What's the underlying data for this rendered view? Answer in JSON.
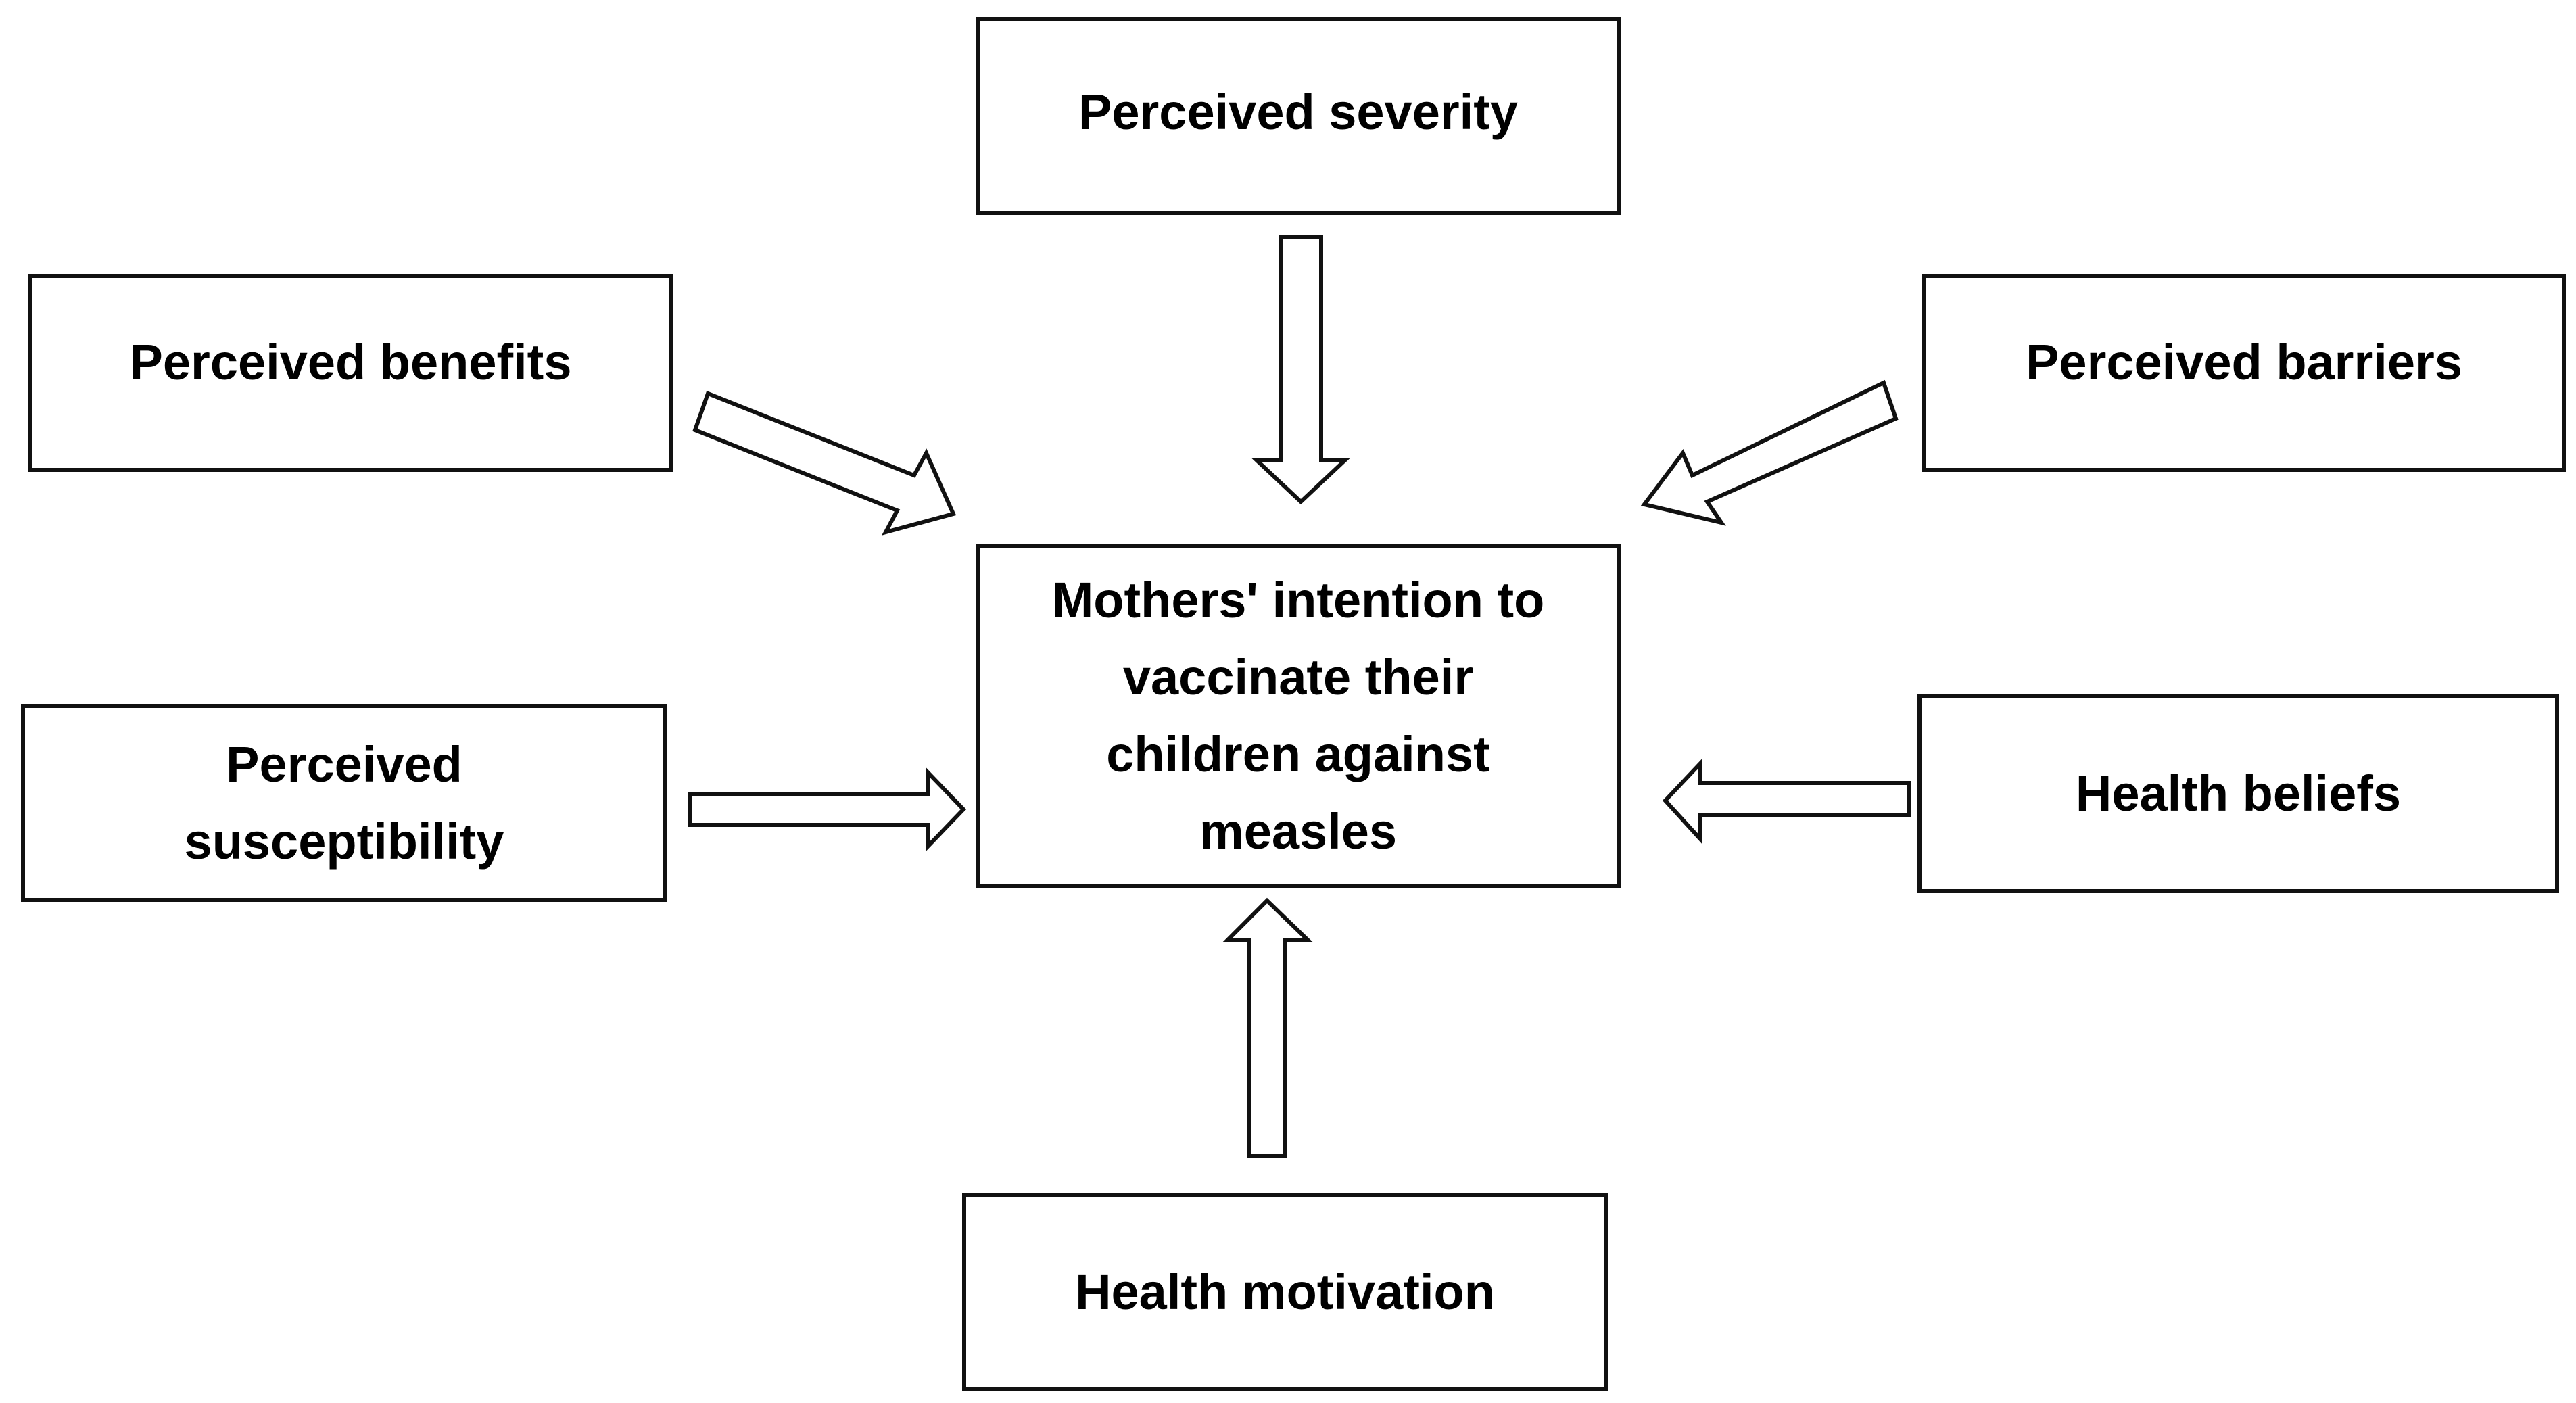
{
  "diagram": {
    "center": {
      "label": "Mothers' intention to\nvaccinate their\nchildren against\nmeasles"
    },
    "factors": {
      "perceived_severity": "Perceived severity",
      "perceived_benefits": "Perceived benefits",
      "perceived_barriers": "Perceived barriers",
      "perceived_susceptibility": "Perceived\nsusceptibility",
      "health_beliefs": "Health beliefs",
      "health_motivation": "Health motivation"
    },
    "edges": [
      {
        "from": "Perceived severity",
        "to": "Mothers' intention to vaccinate their children against measles"
      },
      {
        "from": "Perceived benefits",
        "to": "Mothers' intention to vaccinate their children against measles"
      },
      {
        "from": "Perceived barriers",
        "to": "Mothers' intention to vaccinate their children against measles"
      },
      {
        "from": "Perceived susceptibility",
        "to": "Mothers' intention to vaccinate their children against measles"
      },
      {
        "from": "Health beliefs",
        "to": "Mothers' intention to vaccinate their children against measles"
      },
      {
        "from": "Health motivation",
        "to": "Mothers' intention to vaccinate their children against measles"
      }
    ],
    "colors": {
      "box_border": "#111111",
      "arrow_fill": "#ffffff",
      "text": "#000000",
      "background": "#ffffff"
    }
  }
}
